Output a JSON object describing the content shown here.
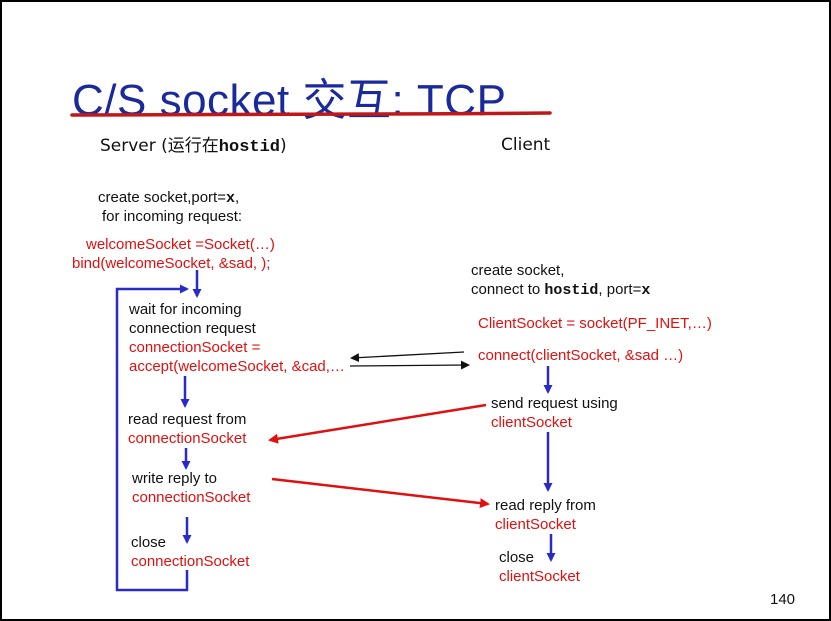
{
  "slide": {
    "title": "C/S  socket 交互: TCP",
    "page_number": "140"
  },
  "server": {
    "heading_prefix": "Server (运行在",
    "heading_host": "hostid",
    "heading_suffix": ")",
    "create_line1_prefix": "create socket,port=",
    "create_line1_x": "x",
    "create_line1_suffix": ",",
    "create_line2": "for incoming request:",
    "welcome_socket_code": "welcomeSocket =Socket(…)",
    "bind_code": "bind(welcomeSocket, &sad, );",
    "wait_line1": "wait for incoming",
    "wait_line2": "connection request",
    "accept_line1": "connectionSocket =",
    "accept_line2": "accept(welcomeSocket, &cad,…",
    "read_label": "read request from",
    "read_socket": "connectionSocket",
    "write_label": "write reply to",
    "write_socket": "connectionSocket",
    "close_label": "close",
    "close_socket": "connectionSocket"
  },
  "client": {
    "heading": "Client",
    "create_line1": "create socket,",
    "create_line2_prefix": "connect to ",
    "create_line2_host": "hostid",
    "create_line2_mid": ", port=",
    "create_line2_x": "x",
    "socket_code": "ClientSocket = socket(PF_INET,…)",
    "connect_code": "connect(clientSocket, &sad …)",
    "send_label": "send request using",
    "send_socket": "clientSocket",
    "read_label": "read reply from",
    "read_socket": "clientSocket",
    "close_label": "close",
    "close_socket": "clientSocket"
  },
  "colors": {
    "title": "#1a2a9c",
    "underline": "#c01818",
    "flow_arrow": "#2a2ac8",
    "message_arrow": "#e01010",
    "code_text": "#e01010"
  }
}
